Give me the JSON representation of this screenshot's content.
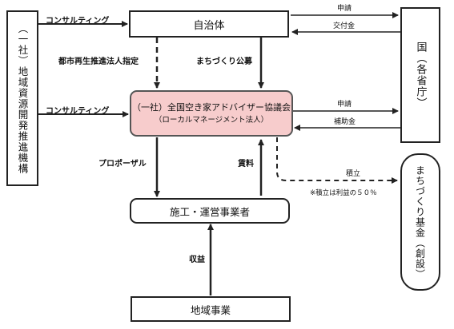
{
  "colors": {
    "highlight_fill": "#f7cccc",
    "line": "#222222",
    "highlight_border": "#555555"
  },
  "nodes": {
    "left_org": "（一社）地域資源開発推進機構",
    "municipality": "自治体",
    "country": "国（各省庁）",
    "association_name": "（一社）全国空き家アドバイザー協議会",
    "association_sub": "（ローカルマネージメント法人）",
    "operator": "施工・運営事業者",
    "local_business": "地域事業",
    "fund": "まちづくり基金（創設）"
  },
  "edges": {
    "consulting_top": "コンサルティング",
    "consulting_mid": "コンサルティング",
    "designation": "都市再生推進法人指定",
    "public_offering": "まちづくり公募",
    "application_top": "申請",
    "grant_top": "交付金",
    "application_mid": "申請",
    "subsidy": "補助金",
    "proposal": "プロポーザル",
    "materials": "賃料",
    "revenue": "収益",
    "reserve": "積立",
    "reserve_note": "※積立は利益の５０％"
  }
}
